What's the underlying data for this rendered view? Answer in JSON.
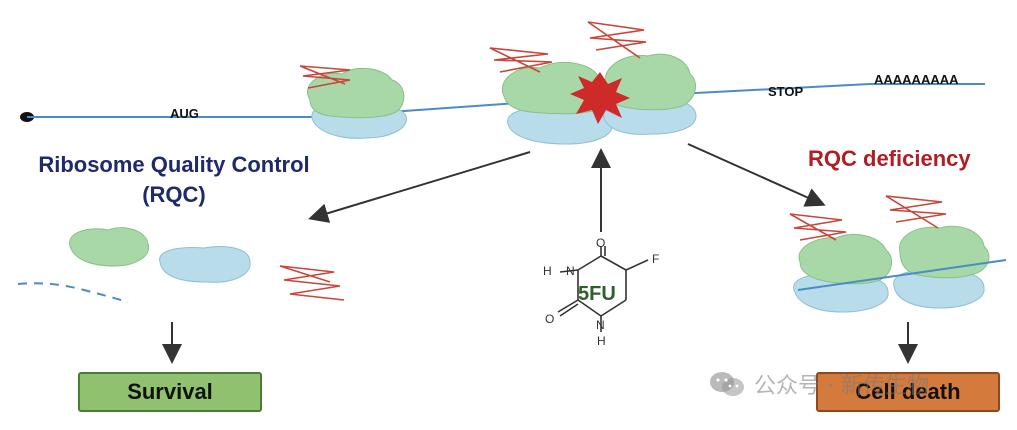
{
  "mrna": {
    "start_label": "AUG",
    "stop_label": "STOP",
    "polya_label": "AAAAAAAAA"
  },
  "left_branch": {
    "title_line1": "Ribosome Quality Control",
    "title_line2": "(RQC)",
    "outcome": "Survival"
  },
  "right_branch": {
    "title": "RQC deficiency",
    "outcome": "Cell death"
  },
  "drug": {
    "label": "5FU",
    "atom_h_top": "H",
    "atom_n_top": "N",
    "atom_o_top": "O",
    "atom_f": "F",
    "atom_o_bottom": "O",
    "atom_n_bottom": "N",
    "atom_h_bottom": "H"
  },
  "watermark": {
    "text": "公众号 · 新传生物"
  },
  "colors": {
    "small_subunit": "#b9dcea",
    "large_subunit": "#a9d8a8",
    "mrna": "#4a8bc8",
    "peptide": "#c9463a",
    "collision": "#cf2a2a",
    "rqc_title": "#1f2a6b",
    "rqc_deficiency": "#b01e23",
    "survival_box": "#8fc16e",
    "death_box": "#d57a3d"
  }
}
